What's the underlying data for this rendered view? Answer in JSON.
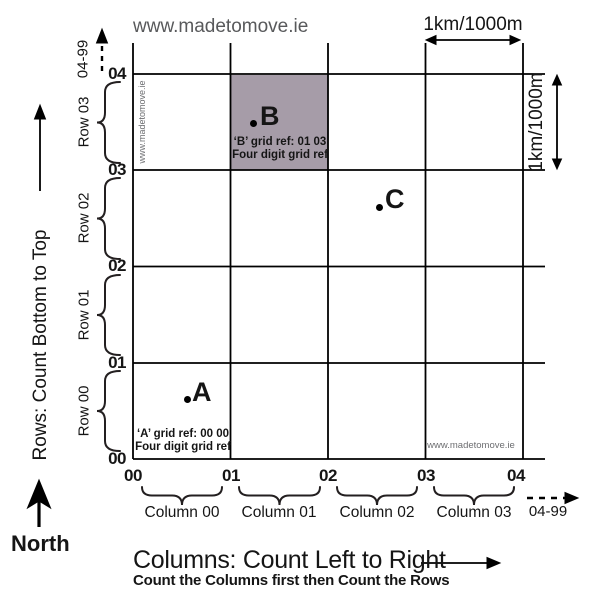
{
  "branding": {
    "header": "www.madetomove.ie",
    "watermark_side": "www.madetomove.ie",
    "watermark_corner": "www.madetomove.ie"
  },
  "scale_bars": {
    "top": "1km/1000m",
    "right": "1km/1000m"
  },
  "row_axis": {
    "title": "Rows: Count Bottom to Top",
    "ticks": [
      "00",
      "01",
      "02",
      "03",
      "04"
    ],
    "overflow": "04-99",
    "row_labels": [
      "Row 00",
      "Row 01",
      "Row 02",
      "Row 03"
    ]
  },
  "col_axis": {
    "title": "Columns: Count Left to Right",
    "subtitle": "Count the Columns first then Count the Rows",
    "ticks": [
      "00",
      "01",
      "02",
      "03",
      "04"
    ],
    "overflow": "04-99",
    "col_labels": [
      "Column 00",
      "Column 01",
      "Column 02",
      "Column 03"
    ]
  },
  "compass": {
    "label": "North"
  },
  "points": {
    "a": {
      "label": "A",
      "caption1": "‘A’ grid ref: 00 00",
      "caption2": "Four digit grid ref"
    },
    "b": {
      "label": "B",
      "caption1": "‘B’ grid ref: 01 03",
      "caption2": "Four digit grid ref"
    },
    "c": {
      "label": "C"
    }
  },
  "colors": {
    "highlight_cell": "#a69ca8",
    "muted_text": "#58595b",
    "watermark_text": "#6d6e71",
    "line": "#000000"
  }
}
